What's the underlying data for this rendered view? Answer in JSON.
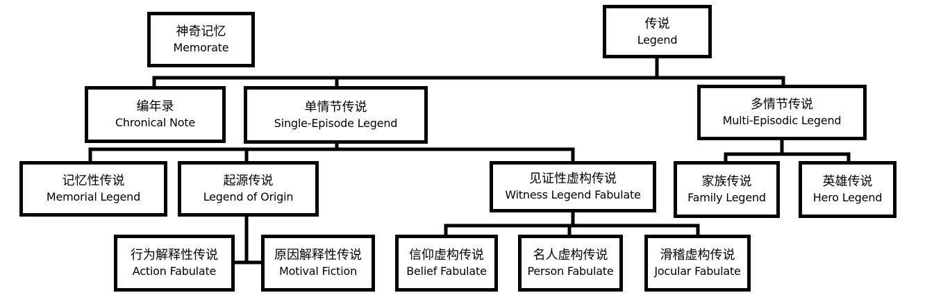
{
  "nodes": {
    "memorate": {
      "zh": "神奇记忆",
      "en": "Memorate"
    },
    "legend": {
      "zh": "传说",
      "en": "Legend"
    },
    "chronical_note": {
      "zh": "编年录",
      "en": "Chronical Note"
    },
    "single_episode": {
      "zh": "单情节传说",
      "en": "Single-Episode  Legend"
    },
    "multi_episodic": {
      "zh": "多情节传说",
      "en": "Multi-Episodic Legend"
    },
    "memorial": {
      "zh": "记忆性传说",
      "en": "Memorial Legend"
    },
    "origin": {
      "zh": "起源传说",
      "en": "Legend of Origin"
    },
    "witness": {
      "zh": "见证性虚构传说",
      "en": "Witness  Legend Fabulate"
    },
    "family": {
      "zh": "家族传说",
      "en": "Family Legend"
    },
    "hero": {
      "zh": "英雄传说",
      "en": "Hero Legend"
    },
    "action": {
      "zh": "行为解释性传说",
      "en": "Action Fabulate"
    },
    "motival": {
      "zh": "原因解释性传说",
      "en": "Motival Fiction"
    },
    "belief": {
      "zh": "信仰虚构传说",
      "en": "Belief Fabulate"
    },
    "person": {
      "zh": "名人虚构传说",
      "en": "Person Fabulate"
    },
    "jocular": {
      "zh": "滑稽虚构传说",
      "en": "Jocular Fabulate"
    }
  },
  "colors": {
    "line": "#000000",
    "box_border": "#000000",
    "background": "#ffffff"
  }
}
